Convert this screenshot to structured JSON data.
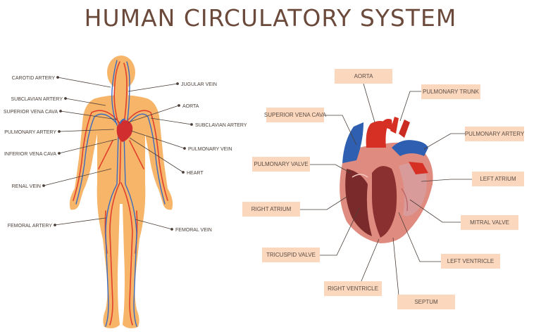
{
  "title": "HUMAN CIRCULATORY SYSTEM",
  "colors": {
    "title": "#6b4a3c",
    "body": "#f7b56a",
    "artery": "#e0412e",
    "vein": "#3b6bbf",
    "label_box": "#fbd7bd",
    "heart_wall": "#d8837a",
    "heart_inner": "#7a2a2a"
  },
  "body_labels": {
    "carotid_artery": "CAROTID ARTERY",
    "subclavian_artery_left": "SUBCLAVIAN ARTERY",
    "superior_vena_cava": "SUPERIOR VENA CAVA",
    "pulmonary_artery": "PULMONARY ARTERY",
    "inferior_vena_cava": "INFERIOR VENA CAVA",
    "renal_vein": "RENAL VEIN",
    "femoral_artery": "FEMORAL ARTERY",
    "jugular_vein": "JUGULAR VEIN",
    "aorta": "AORTA",
    "subclavian_artery_right": "SUBCLAVIAN ARTERY",
    "pulmonary_vein": "PULMONARY VEIN",
    "heart": "HEART",
    "femoral_vein": "FEMORAL VEIN"
  },
  "heart_labels": {
    "aorta": "AORTA",
    "pulmonary_trunk": "PULMONARY TRUNK",
    "superior_vena_cava": "SUPERIOR VENA CAVA",
    "pulmonary_artery": "PULMONARY ARTERY",
    "pulmonary_valve": "PULMONARY VALVE",
    "left_atrium": "LEFT ATRIUM",
    "right_atrium": "RIGHT ATRIUM",
    "mitral_valve": "MITRAL VALVE",
    "tricuspid_valve": "TRICUSPID VALVE",
    "left_ventricle": "LEFT VENTRICLE",
    "right_ventricle": "RIGHT VENTRICLE",
    "septum": "SEPTUM"
  }
}
